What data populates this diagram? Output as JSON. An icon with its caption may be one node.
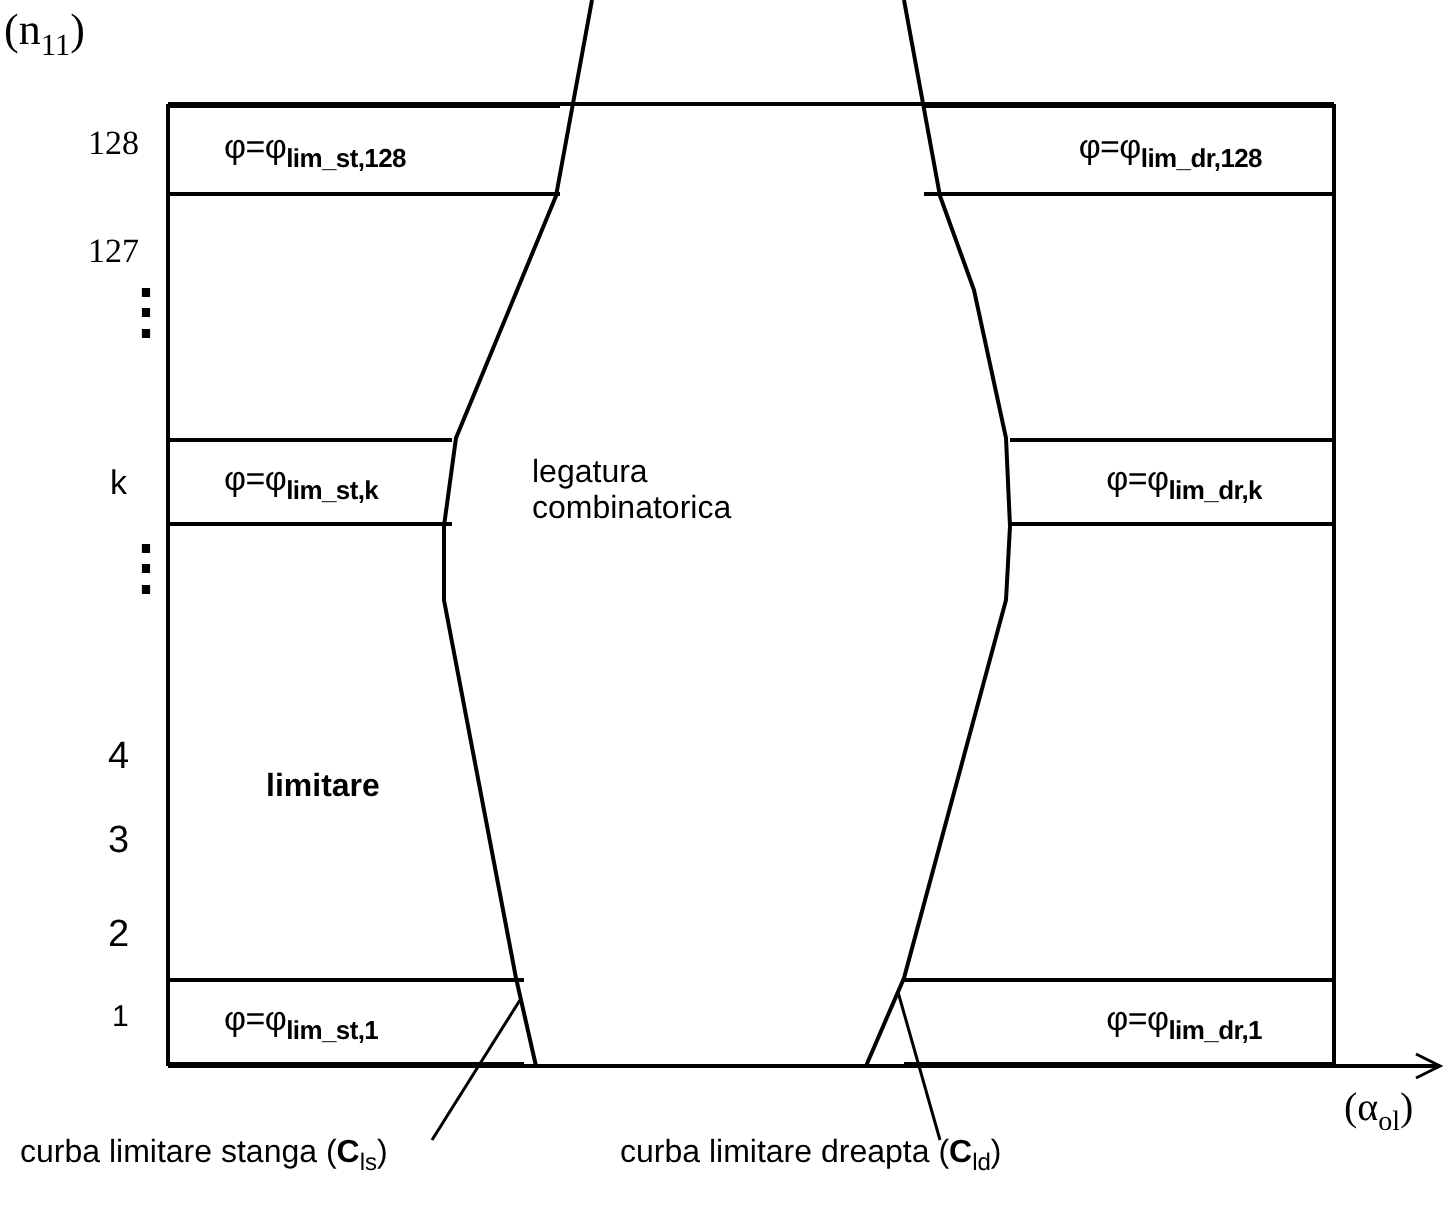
{
  "diagram": {
    "nodes": [
      {
        "text": [
          "φ=φ$_{lim_st,128}$"
        ]
      },
      {
        "text": [
          "φ=φ$_{lim_dr,128}$"
        ]
      },
      {
        "text": [
          "φ=φ$_{lim_st,k}$"
        ]
      },
      {
        "text": [
          "φ=φ$_{lim_dr,k}$"
        ]
      },
      {
        "text": [
          "φ=φ$_{lim_st,1}$"
        ]
      },
      {
        "text": [
          "φ=φ$_{lim_dr,1}$"
        ]
      },
      {
        "text": [],
        "shape": "curve"
      },
      {
        "text": [],
        "shape": "curve"
      },
      {
        "text": [
          "curba limitare stanga (**C**$_{ls}$)"
        ]
      },
      {
        "text": [
          "curba limitare dreapta  (**C**$_{ld}$)"
        ]
      }
    ],
    "edges": [
      {
        "from": 8,
        "to": 6,
        "arrow": "none"
      },
      {
        "from": 9,
        "to": 7,
        "arrow": "none"
      }
    ],
    "labels": [
      "(n$_{11}$)",
      "128",
      "127",
      "⋮",
      "k",
      "⋮",
      "4",
      "3",
      "2",
      "1",
      "legatura combinatorica",
      "limitare",
      "(α$_{ol}$)"
    ]
  }
}
